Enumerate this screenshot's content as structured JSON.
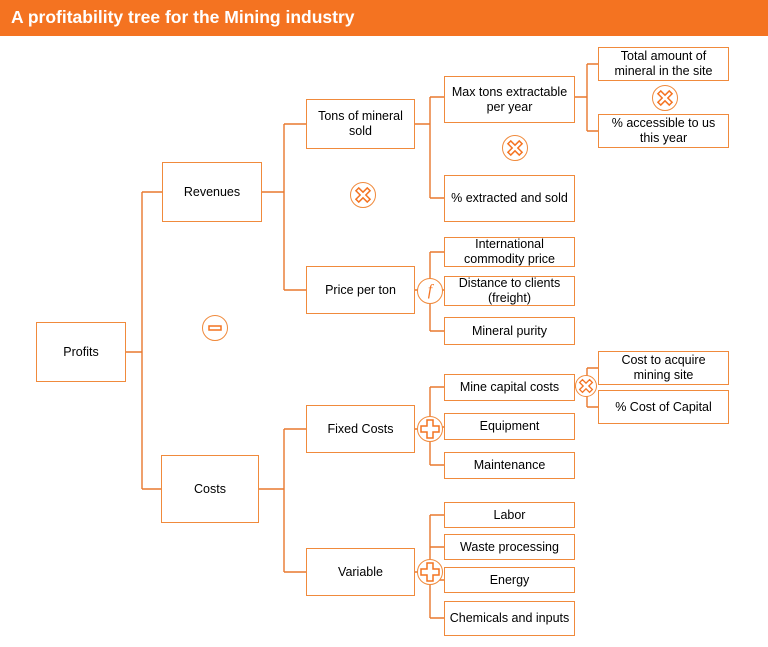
{
  "header": {
    "title": "A profitability tree for the Mining industry"
  },
  "nodes": {
    "profits": "Profits",
    "revenues": "Revenues",
    "costs": "Costs",
    "tons_sold": "Tons of mineral sold",
    "price_per_ton": "Price per ton",
    "fixed_costs": "Fixed Costs",
    "variable": "Variable",
    "max_tons": "Max tons extractable per year",
    "pct_extracted": "% extracted and sold",
    "total_mineral": "Total amount of mineral in the site",
    "pct_accessible": "% accessible to us this year",
    "intl_price": "International commodity price",
    "distance": "Distance to clients (freight)",
    "purity": "Mineral purity",
    "mine_capital": "Mine capital costs",
    "equipment": "Equipment",
    "maintenance": "Maintenance",
    "cost_site": "Cost to acquire mining site",
    "cost_capital": "% Cost of Capital",
    "labor": "Labor",
    "waste": "Waste processing",
    "energy": "Energy",
    "chemicals": "Chemicals and inputs"
  },
  "operators": {
    "profits": "minus-icon",
    "revenues": "multiply-icon",
    "tons_sold": "multiply-icon",
    "max_tons": "multiply-icon",
    "price_per_ton": "function-icon",
    "price_per_ton_symbol": "f",
    "fixed_costs": "plus-icon",
    "variable": "plus-icon",
    "mine_capital": "multiply-icon"
  },
  "colors": {
    "accent": "#F47321",
    "line": "#E8782E"
  }
}
